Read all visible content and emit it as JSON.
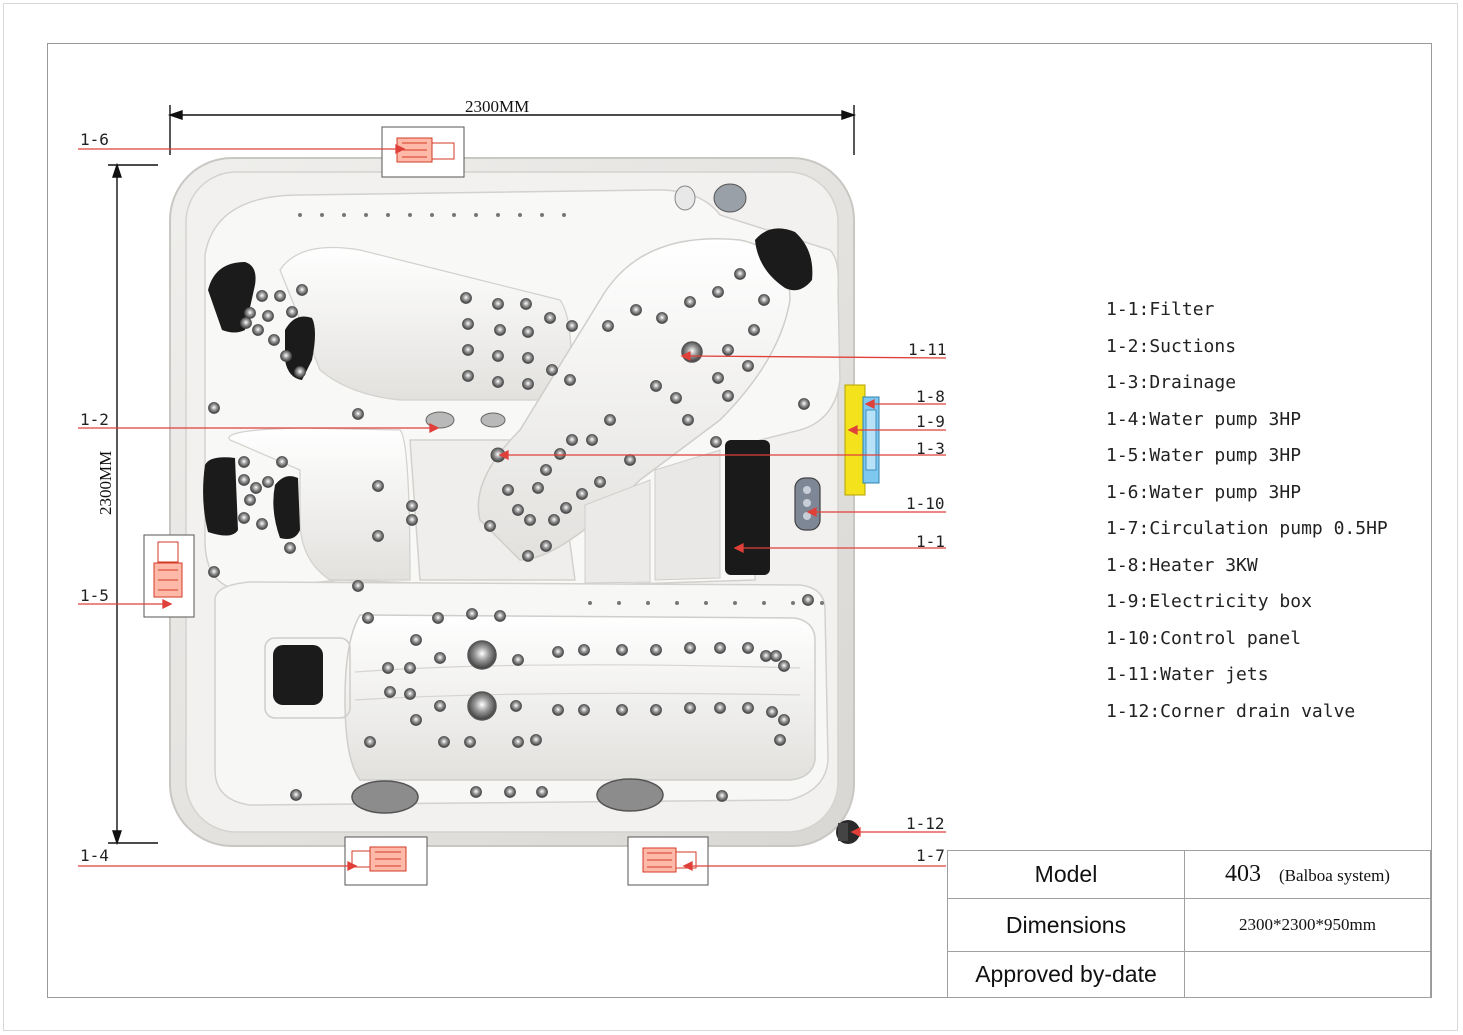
{
  "dimensions": {
    "width_label": "2300MM",
    "height_label": "2300MM"
  },
  "callouts": [
    {
      "id": "1-6",
      "label": "1-6"
    },
    {
      "id": "1-2",
      "label": "1-2"
    },
    {
      "id": "1-5",
      "label": "1-5"
    },
    {
      "id": "1-4",
      "label": "1-4"
    },
    {
      "id": "1-11",
      "label": "1-11"
    },
    {
      "id": "1-8",
      "label": "1-8"
    },
    {
      "id": "1-9",
      "label": "1-9"
    },
    {
      "id": "1-3",
      "label": "1-3"
    },
    {
      "id": "1-10",
      "label": "1-10"
    },
    {
      "id": "1-1",
      "label": "1-1"
    },
    {
      "id": "1-12",
      "label": "1-12"
    },
    {
      "id": "1-7",
      "label": "1-7"
    }
  ],
  "legend": [
    "1-1:Filter",
    "1-2:Suctions",
    "1-3:Drainage",
    "1-4:Water pump 3HP",
    "1-5:Water pump 3HP",
    "1-6:Water pump 3HP",
    "1-7:Circulation pump 0.5HP",
    "1-8:Heater 3KW",
    "1-9:Electricity box",
    "1-10:Control panel",
    "1-11:Water jets",
    "1-12:Corner drain valve"
  ],
  "titleblock": {
    "model_label": "Model",
    "model_value": "403",
    "model_system": "(Balboa system)",
    "dimensions_label": "Dimensions",
    "dimensions_value": "2300*2300*950mm",
    "approved_label": "Approved by-date",
    "approved_value": ""
  },
  "colors": {
    "leader_line": "#e0403a",
    "dimension_line": "#111111",
    "shell": "#ecebe8",
    "interior": "#f6f6f4",
    "heater_blue": "#7ec8ef",
    "electricity_yellow": "#f4e21c"
  }
}
